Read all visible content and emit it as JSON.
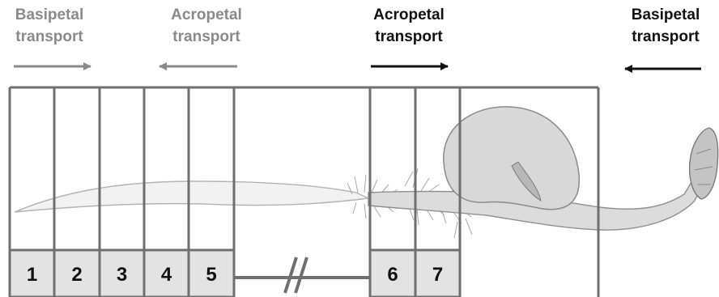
{
  "labels": {
    "basipetal_left": {
      "line1": "Basipetal",
      "line2": "transport"
    },
    "acropetal_left": {
      "line1": "Acropetal",
      "line2": "transport"
    },
    "acropetal_right": {
      "line1": "Acropetal",
      "line2": "transport"
    },
    "basipetal_right": {
      "line1": "Basipetal",
      "line2": "transport"
    }
  },
  "segments": [
    "1",
    "2",
    "3",
    "4",
    "5",
    "6",
    "7"
  ],
  "colors": {
    "grey_arrow": "#8a8a8a",
    "dark_arrow": "#111111",
    "grid": "#6f6f6f",
    "box_fill": "#e3e3e3"
  }
}
